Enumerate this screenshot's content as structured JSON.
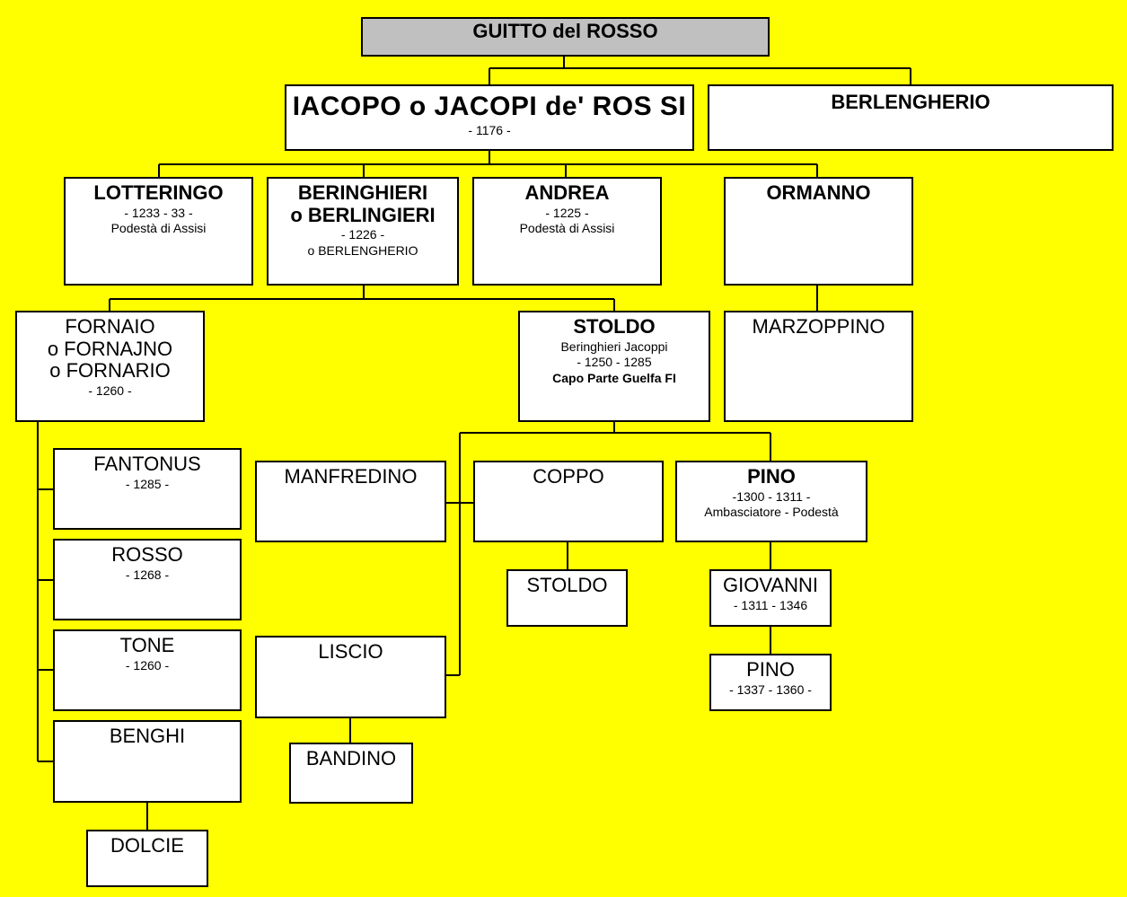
{
  "tree": {
    "root": {
      "name": "GUITTO del ROSSO"
    },
    "iacopo": {
      "name": "IACOPO o JACOPI de' ROS SI",
      "dates": "- 1176 -"
    },
    "berlengherio": {
      "name": "BERLENGHERIO"
    },
    "lotteringo": {
      "name": "LOTTERINGO",
      "dates": "- 1233 - 33 -",
      "role": "Podestà di Assisi"
    },
    "beringhieri": {
      "name": "BERINGHIERI",
      "alt_name": "o BERLINGIERI",
      "dates": "- 1226 -",
      "alt_name2": "o BERLENGHERIO"
    },
    "andrea": {
      "name": "ANDREA",
      "dates": "- 1225 -",
      "role": "Podestà di Assisi"
    },
    "ormanno": {
      "name": "ORMANNO"
    },
    "fornaio": {
      "name": "FORNAIO",
      "alt_name": "o FORNAJNO",
      "alt_name2": "o FORNARIO",
      "dates": "- 1260 -"
    },
    "stoldo": {
      "name": "STOLDO",
      "alt_name": "Beringhieri Jacoppi",
      "dates": "- 1250 - 1285",
      "role": "Capo Parte Guelfa FI"
    },
    "marzoppino": {
      "name": "MARZOPPINO"
    },
    "fantonus": {
      "name": "FANTONUS",
      "dates": "- 1285 -"
    },
    "rosso": {
      "name": "ROSSO",
      "dates": "- 1268 -"
    },
    "tone": {
      "name": "TONE",
      "dates": "- 1260 -"
    },
    "benghi": {
      "name": "BENGHI"
    },
    "dolcie": {
      "name": "DOLCIE"
    },
    "manfredino": {
      "name": "MANFREDINO"
    },
    "coppo": {
      "name": "COPPO"
    },
    "pino": {
      "name": "PINO",
      "dates": "-1300 - 1311 -",
      "role": "Ambasciatore - Podestà"
    },
    "stoldo2": {
      "name": "STOLDO"
    },
    "giovanni": {
      "name": "GIOVANNI",
      "dates": "- 1311 - 1346"
    },
    "pino2": {
      "name": "PINO",
      "dates": "- 1337 - 1360 -"
    },
    "liscio": {
      "name": "LISCIO"
    },
    "bandino": {
      "name": "BANDINO"
    }
  },
  "colors": {
    "background": "#ffff00",
    "box": "#ffffff",
    "root_box": "#c0c0c0",
    "line": "#000000"
  }
}
